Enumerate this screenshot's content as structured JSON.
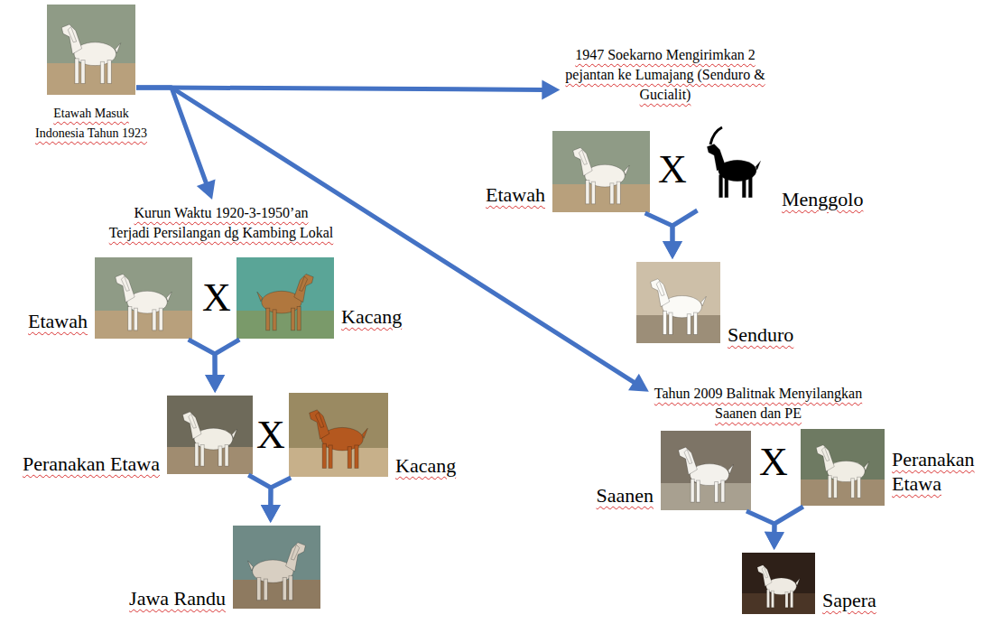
{
  "diagram": {
    "nodes": [
      {
        "text": [
          "Etawah Masuk Indonesia Tahun 1923"
        ]
      },
      {
        "text": [
          "Kurun Waktu 1920-3-1950’an Terjadi Persilangan dg Kambing Lokal"
        ]
      },
      {
        "text": [
          "Etawah"
        ]
      },
      {
        "text": [
          "Kacang"
        ]
      },
      {
        "text": [
          "Peranakan Etawa"
        ]
      },
      {
        "text": [
          "Kacang"
        ]
      },
      {
        "text": [
          "Jawa Randu"
        ]
      },
      {
        "text": [
          "1947 Soekarno Mengirimkan 2 pejantan ke Lumajang (Senduro & Gucialit)"
        ]
      },
      {
        "text": [
          "Etawah"
        ]
      },
      {
        "text": [
          "Menggolo"
        ]
      },
      {
        "text": [
          "Senduro"
        ]
      },
      {
        "text": [
          "Tahun 2009 Balitnak Menyilangkan Saanen dan PE"
        ]
      },
      {
        "text": [
          "Saanen"
        ]
      },
      {
        "text": [
          "Peranakan Etawa"
        ]
      },
      {
        "text": [
          "Sapera"
        ]
      }
    ],
    "edges": [
      {
        "from": 0,
        "to": 1,
        "arrow": "to"
      },
      {
        "from": 0,
        "to": 7,
        "arrow": "to"
      },
      {
        "from": 0,
        "to": 11,
        "arrow": "to"
      },
      {
        "from": 2,
        "to": 4,
        "arrow": "to"
      },
      {
        "from": 3,
        "to": 4,
        "arrow": "to"
      },
      {
        "from": 4,
        "to": 6,
        "arrow": "to"
      },
      {
        "from": 5,
        "to": 6,
        "arrow": "to"
      },
      {
        "from": 8,
        "to": 10,
        "arrow": "to"
      },
      {
        "from": 9,
        "to": 10,
        "arrow": "to"
      },
      {
        "from": 12,
        "to": 14,
        "arrow": "to"
      },
      {
        "from": 13,
        "to": 14,
        "arrow": "to"
      }
    ],
    "labels": [
      "X",
      "X",
      "X",
      "X"
    ]
  }
}
